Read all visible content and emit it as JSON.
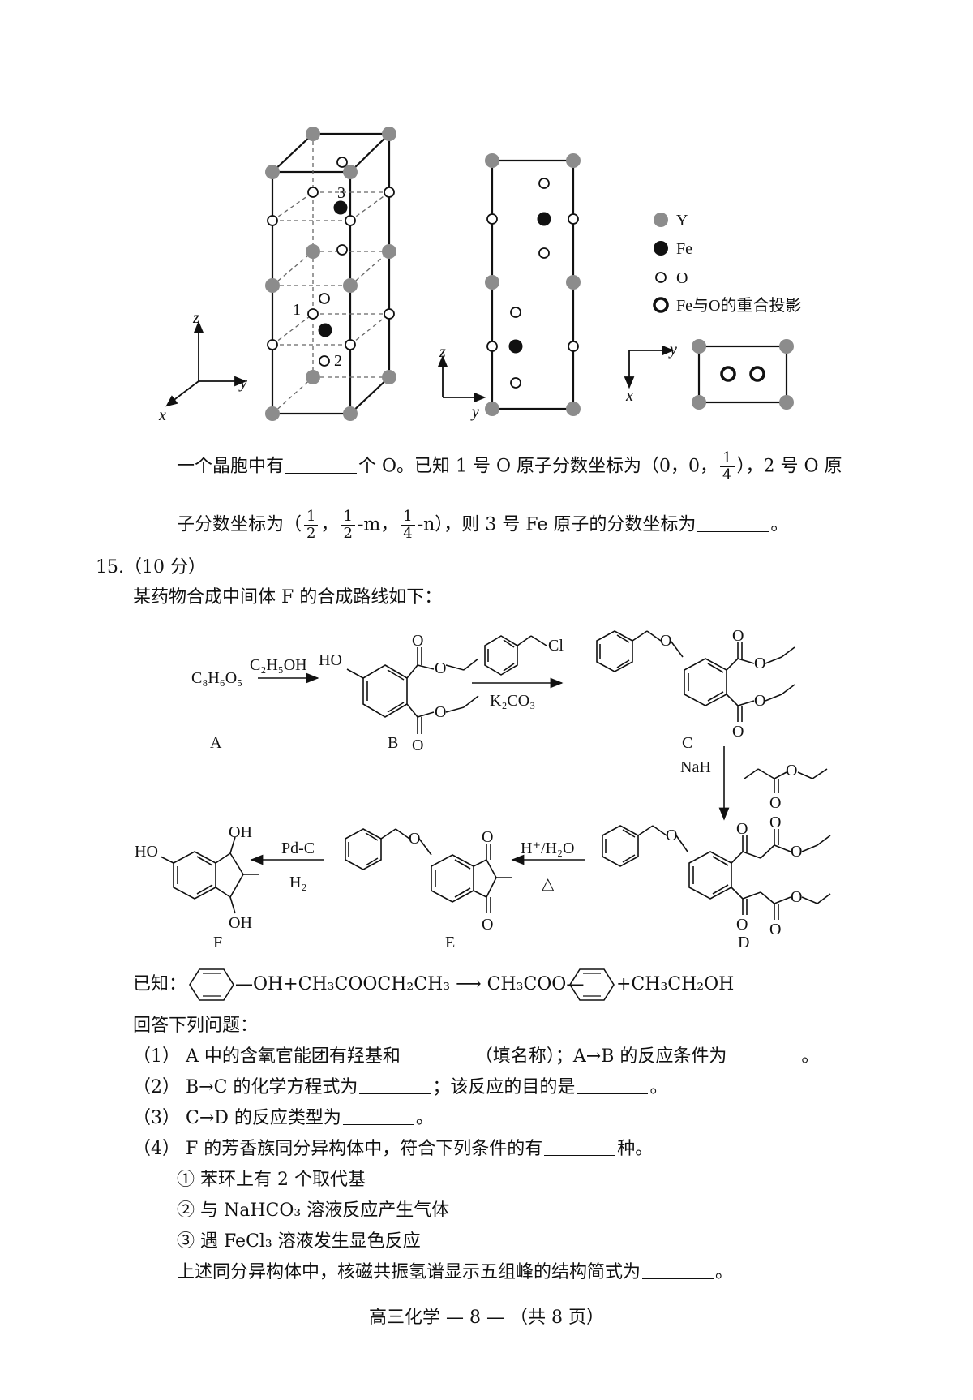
{
  "crystal": {
    "cell_labels": {
      "one": "1",
      "two": "2",
      "three": "3"
    },
    "axes3d": {
      "x": "x",
      "y": "y",
      "z": "z"
    },
    "axes2d_front": {
      "y": "y",
      "z": "z"
    },
    "axes2d_top": {
      "x": "x",
      "y": "y"
    },
    "legend": [
      {
        "symbol": "gray-filled",
        "label": "Y"
      },
      {
        "symbol": "black-filled",
        "label": "Fe"
      },
      {
        "symbol": "open-thin",
        "label": "O"
      },
      {
        "symbol": "open-thick",
        "label": "Fe与O的重合投影"
      }
    ]
  },
  "q14": {
    "line1_a": "一个晶胞中有",
    "line1_b": "个 O。已知 1 号 O 原子分数坐标为（0，0，",
    "line1_c": "），2 号 O 原",
    "line2_a": "子分数坐标为（",
    "line2_b": "-m，",
    "line2_c": "-n），则 3 号 Fe 原子的分数坐标为",
    "line2_d": "。",
    "frac_num": "1",
    "frac_den_4": "4",
    "frac_den_2": "2",
    "comma": "，"
  },
  "q15": {
    "header": "15.（10 分）",
    "intro": "某药物合成中间体 F 的合成路线如下：",
    "scheme": {
      "A_formula": "C₈H₆O₅",
      "reagent_AB": "C₂H₅OH",
      "reagent_BC_top": "Cl",
      "reagent_BC_bottom": "K₂CO₃",
      "reagent_CD": "NaH",
      "reagent_DE_top": "H⁺/H₂O",
      "reagent_DE_bottom": "△",
      "reagent_EF_top": "Pd-C",
      "reagent_EF_bottom": "H₂",
      "labels": {
        "A": "A",
        "B": "B",
        "C": "C",
        "D": "D",
        "E": "E",
        "F": "F"
      },
      "atoms": {
        "HO": "HO",
        "OH": "OH",
        "O": "O"
      }
    },
    "known_label": "已知：",
    "known_mid": "—OH+CH₃COOCH₂CH₃ ⟶ CH₃COO—",
    "known_end": "+CH₃CH₂OH",
    "answer_intro": "回答下列问题：",
    "sub_questions": [
      {
        "a": "（1） A 中的含氧官能团有羟基和",
        "b": "（填名称）；A→B 的反应条件为",
        "c": "。"
      },
      {
        "a": "（2） B→C 的化学方程式为",
        "b": "；该反应的目的是",
        "c": "。"
      },
      {
        "a": "（3） C→D 的反应类型为",
        "b": "",
        "c": "。"
      },
      {
        "a": "（4） F 的芳香族同分异构体中，符合下列条件的有",
        "b": "种。",
        "c": ""
      }
    ],
    "conditions": [
      "① 苯环上有 2 个取代基",
      "② 与 NaHCO₃ 溶液反应产生气体",
      "③ 遇 FeCl₃ 溶液发生显色反应"
    ],
    "final": "上述同分异构体中，核磁共振氢谱显示五组峰的结构简式为",
    "final_end": "。"
  },
  "footer": "高三化学 — 8 — （共 8 页）"
}
